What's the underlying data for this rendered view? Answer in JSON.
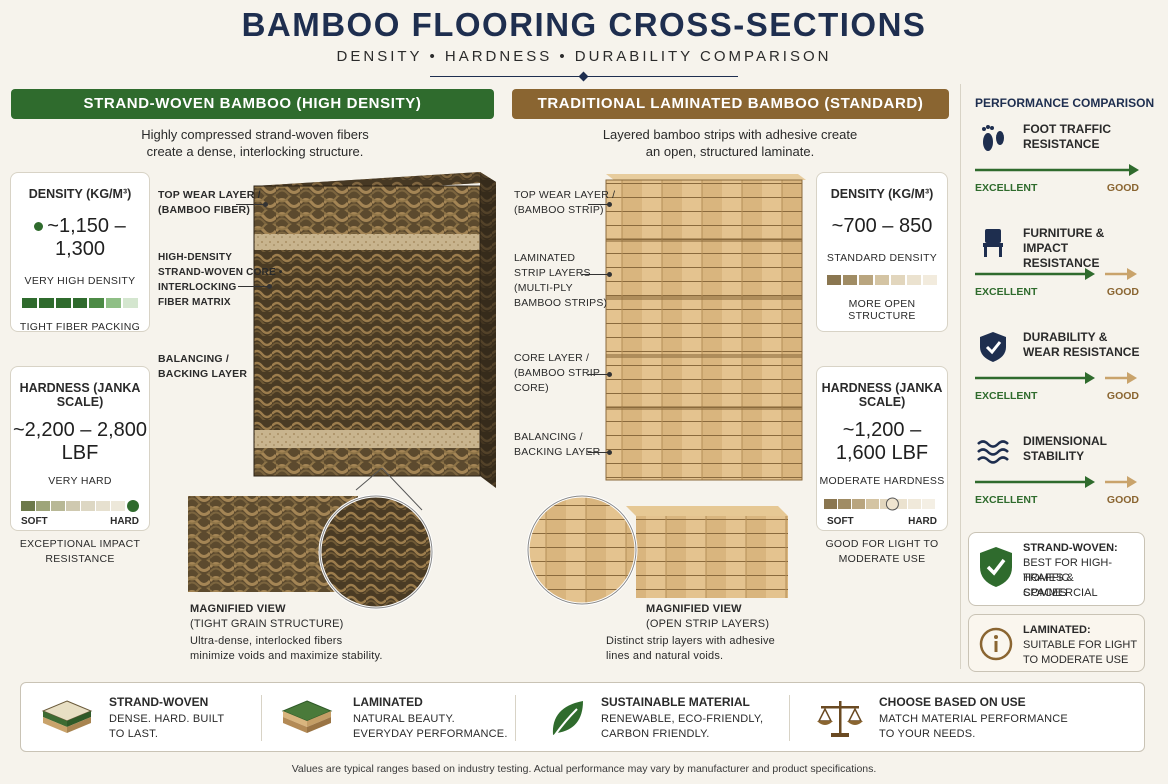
{
  "header": {
    "title": "BAMBOO FLOORING CROSS-SECTIONS",
    "subtitle": "DENSITY • HARDNESS • DURABILITY COMPARISON"
  },
  "strand": {
    "banner": "STRAND-WOVEN BAMBOO (HIGH DENSITY)",
    "desc_line1": "Highly compressed strand-woven fibers",
    "desc_line2": "create a dense, interlocking structure.",
    "density_card": {
      "heading": "DENSITY (KG/M³)",
      "value": "~1,150 – 1,300",
      "rating": "VERY HIGH DENSITY",
      "note": "TIGHT FIBER PACKING"
    },
    "hardness_card": {
      "heading": "HARDNESS (JANKA SCALE)",
      "value": "~2,200 – 2,800 LBF",
      "rating": "VERY HARD",
      "soft_label": "SOFT",
      "hard_label": "HARD",
      "note_line1": "EXCEPTIONAL IMPACT",
      "note_line2": "RESISTANCE",
      "level": 1.0
    },
    "layers": {
      "top_line1": "TOP WEAR LAYER /",
      "top_line2": "(BAMBOO FIBER)",
      "core_line1": "HIGH-DENSITY",
      "core_line2": "STRAND-WOVEN CORE •",
      "core_line3": "INTERLOCKING",
      "core_line4": "FIBER MATRIX",
      "back_line1": "BALANCING /",
      "back_line2": "BACKING LAYER"
    },
    "magnified": {
      "title_line1": "MAGNIFIED VIEW",
      "title_line2": "(TIGHT GRAIN STRUCTURE)",
      "desc_line1": "Ultra-dense, interlocked fibers",
      "desc_line2": "minimize voids and maximize stability."
    }
  },
  "laminated": {
    "banner": "TRADITIONAL LAMINATED BAMBOO (STANDARD)",
    "desc_line1": "Layered bamboo strips with adhesive create",
    "desc_line2": "an open, structured laminate.",
    "density_card": {
      "heading": "DENSITY (KG/M³)",
      "value": "~700 – 850",
      "rating": "STANDARD DENSITY",
      "note": "MORE OPEN STRUCTURE"
    },
    "hardness_card": {
      "heading": "HARDNESS (JANKA SCALE)",
      "value": "~1,200 – 1,600 LBF",
      "rating": "MODERATE HARDNESS",
      "soft_label": "SOFT",
      "hard_label": "HARD",
      "note_line1": "GOOD FOR LIGHT TO",
      "note_line2": "MODERATE USE",
      "level": 0.6
    },
    "layers": {
      "top_line1": "TOP WEAR LAYER /",
      "top_line2": "(BAMBOO STRIP)",
      "strip_line1": "LAMINATED",
      "strip_line2": "STRIP LAYERS",
      "strip_line3": "(MULTI-PLY",
      "strip_line4": "BAMBOO STRIPS)",
      "core_line1": "CORE LAYER /",
      "core_line2": "(BAMBOO STRIP",
      "core_line3": "CORE)",
      "back_line1": "BALANCING /",
      "back_line2": "BACKING LAYER"
    },
    "magnified": {
      "title_line1": "MAGNIFIED VIEW",
      "title_line2": "(OPEN STRIP LAYERS)",
      "desc_line1": "Distinct strip layers with adhesive",
      "desc_line2": "lines and natural voids."
    }
  },
  "performance": {
    "title": "PERFORMANCE COMPARISON",
    "excellent_label": "EXCELLENT",
    "good_label": "GOOD",
    "items": [
      {
        "line1": "FOOT TRAFFIC",
        "line2": "RESISTANCE",
        "icon": "footprint-icon"
      },
      {
        "line1": "FURNITURE &",
        "line2": "IMPACT RESISTANCE",
        "icon": "chair-icon"
      },
      {
        "line1": "DURABILITY &",
        "line2": "WEAR RESISTANCE",
        "icon": "shield-icon"
      },
      {
        "line1": "DIMENSIONAL",
        "line2": "STABILITY",
        "icon": "waves-icon"
      }
    ],
    "best_strand": {
      "title": "STRAND-WOVEN:",
      "line1": "BEST FOR HIGH-TRAFFIC",
      "line2": "HOMES & COMMERCIAL",
      "line3": "SPACES"
    },
    "best_laminated": {
      "title": "LAMINATED:",
      "line1": "SUITABLE FOR LIGHT",
      "line2": "TO MODERATE USE"
    }
  },
  "footer": {
    "items": [
      {
        "title": "STRAND-WOVEN",
        "line1": "DENSE. HARD. BUILT",
        "line2": "TO LAST."
      },
      {
        "title": "LAMINATED",
        "line1": "NATURAL BEAUTY.",
        "line2": "EVERYDAY PERFORMANCE."
      },
      {
        "title": "SUSTAINABLE MATERIAL",
        "line1": "RENEWABLE, ECO-FRIENDLY,",
        "line2": "CARBON FRIENDLY."
      },
      {
        "title": "CHOOSE BASED ON USE",
        "line1": "MATCH MATERIAL PERFORMANCE",
        "line2": "TO YOUR NEEDS."
      }
    ],
    "note": "Values are typical ranges based on industry testing. Actual performance may vary by manufacturer and product specifications."
  },
  "colors": {
    "navy": "#1e2e4f",
    "green": "#2f6b2d",
    "brown": "#8a6531",
    "tan": "#c9a36b"
  }
}
